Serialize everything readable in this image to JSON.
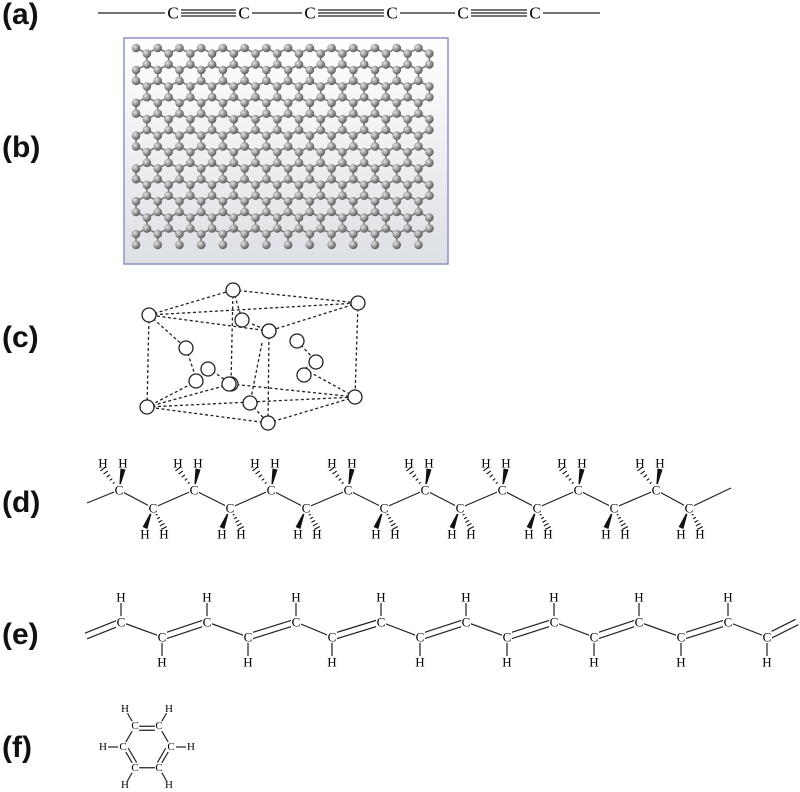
{
  "panels": [
    {
      "label": "(a)"
    },
    {
      "label": "(b)"
    },
    {
      "label": "(c)"
    },
    {
      "label": "(d)"
    },
    {
      "label": "(e)"
    },
    {
      "label": "(f)"
    }
  ],
  "atoms": {
    "carbon": "C",
    "hydrogen": "H"
  },
  "colors": {
    "bond": "#222222",
    "graphene_frame": "#8e93c8",
    "graphene_bg_top": "#ffffff",
    "graphene_bg_bottom": "#dde0e4",
    "atom_sphere": "#8a8a8a"
  }
}
